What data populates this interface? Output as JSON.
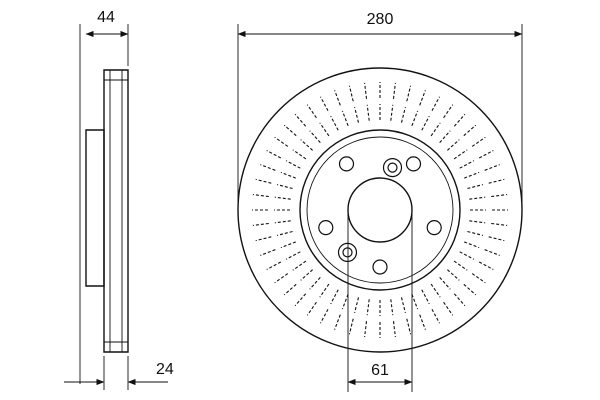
{
  "drawing": {
    "dimensions": {
      "width": "44",
      "diameter": "280",
      "thickness": "24",
      "center_bore": "61"
    }
  }
}
